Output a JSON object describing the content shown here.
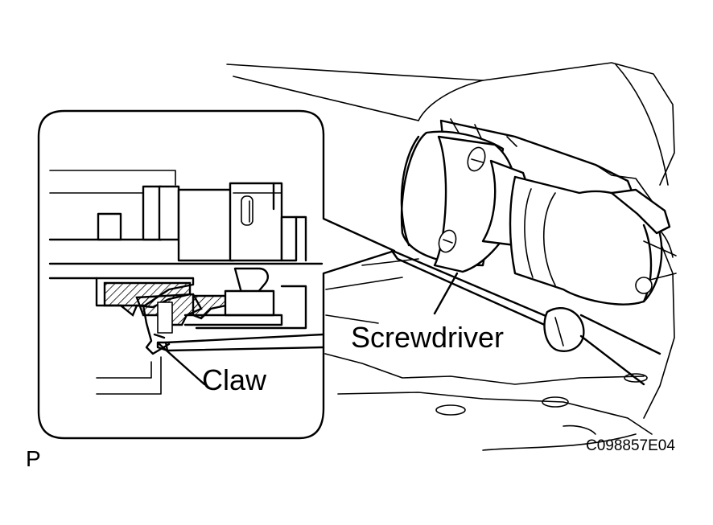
{
  "labels": {
    "screwdriver": "Screwdriver",
    "claw": "Claw",
    "view_letter": "P",
    "figure_code": "C098857E04"
  },
  "colors": {
    "line": "#000000",
    "background": "#ffffff"
  }
}
